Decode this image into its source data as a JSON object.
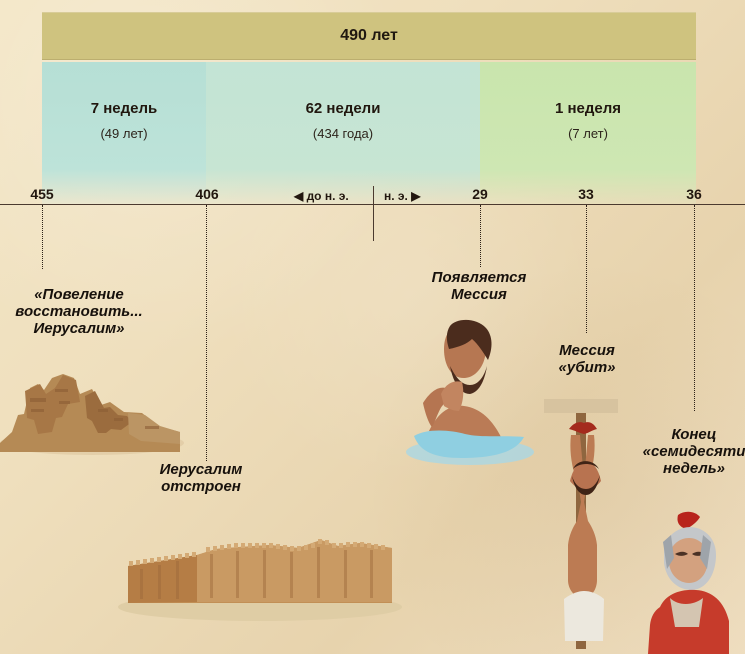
{
  "header": {
    "total": "490 лет"
  },
  "periods": [
    {
      "label": "7 недель",
      "sub": "(49 лет)"
    },
    {
      "label": "62 недели",
      "sub": "(434 года)"
    },
    {
      "label": "1 неделя",
      "sub": "(7 лет)"
    }
  ],
  "timeline": {
    "years": [
      "455",
      "406",
      "29",
      "33",
      "36"
    ],
    "before_era": "◀ до н. э.",
    "after_era": "н. э. ▶"
  },
  "captions": {
    "decree": "«Повеление\nвосстановить...\nИерусалим»",
    "rebuilt": "Иерусалим\nотстроен",
    "messiah_appears": "Появляется\nМессия",
    "messiah_killed": "Мессия\n«убит»",
    "end": "Конец\n«семидесяти\nнедель»"
  },
  "colors": {
    "top_band": "#cfc37f",
    "period_1": "#bde3d9",
    "period_2": "#c7e5d3",
    "period_3": "#cee7b3",
    "background": "#efdfbd"
  },
  "icons": {
    "ruins": "ancient-ruins-icon",
    "wall": "city-wall-icon",
    "baptism": "messiah-baptism-illustration",
    "stake": "messiah-stake-illustration",
    "soldier": "roman-soldier-illustration"
  }
}
